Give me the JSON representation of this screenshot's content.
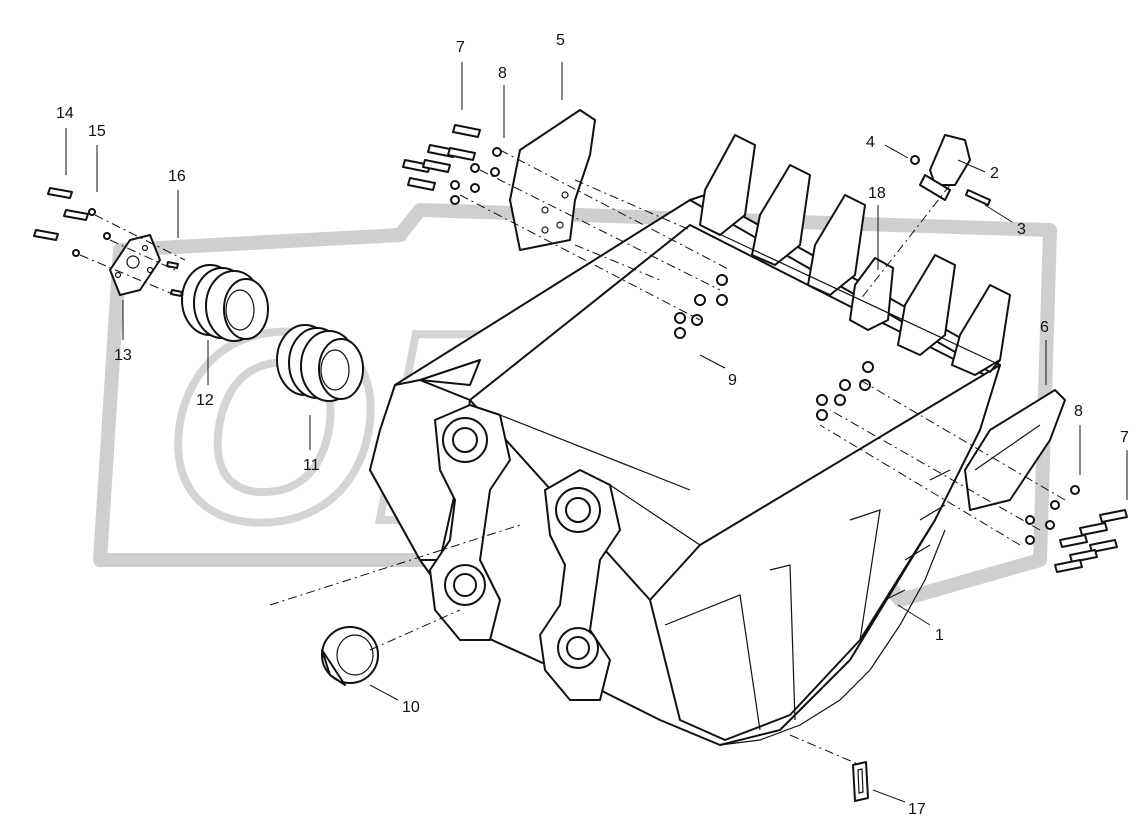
{
  "diagram": {
    "watermark": "ОРЕХ",
    "callouts": [
      {
        "id": "c1",
        "label": "1"
      },
      {
        "id": "c2",
        "label": "2"
      },
      {
        "id": "c3",
        "label": "3"
      },
      {
        "id": "c4",
        "label": "4"
      },
      {
        "id": "c5",
        "label": "5"
      },
      {
        "id": "c6",
        "label": "6"
      },
      {
        "id": "c7a",
        "label": "7"
      },
      {
        "id": "c7b",
        "label": "7"
      },
      {
        "id": "c8a",
        "label": "8"
      },
      {
        "id": "c8b",
        "label": "8"
      },
      {
        "id": "c9",
        "label": "9"
      },
      {
        "id": "c10",
        "label": "10"
      },
      {
        "id": "c11",
        "label": "11"
      },
      {
        "id": "c12",
        "label": "12"
      },
      {
        "id": "c13",
        "label": "13"
      },
      {
        "id": "c14",
        "label": "14"
      },
      {
        "id": "c15",
        "label": "15"
      },
      {
        "id": "c16",
        "label": "16"
      },
      {
        "id": "c17",
        "label": "17"
      },
      {
        "id": "c18",
        "label": "18"
      }
    ]
  }
}
